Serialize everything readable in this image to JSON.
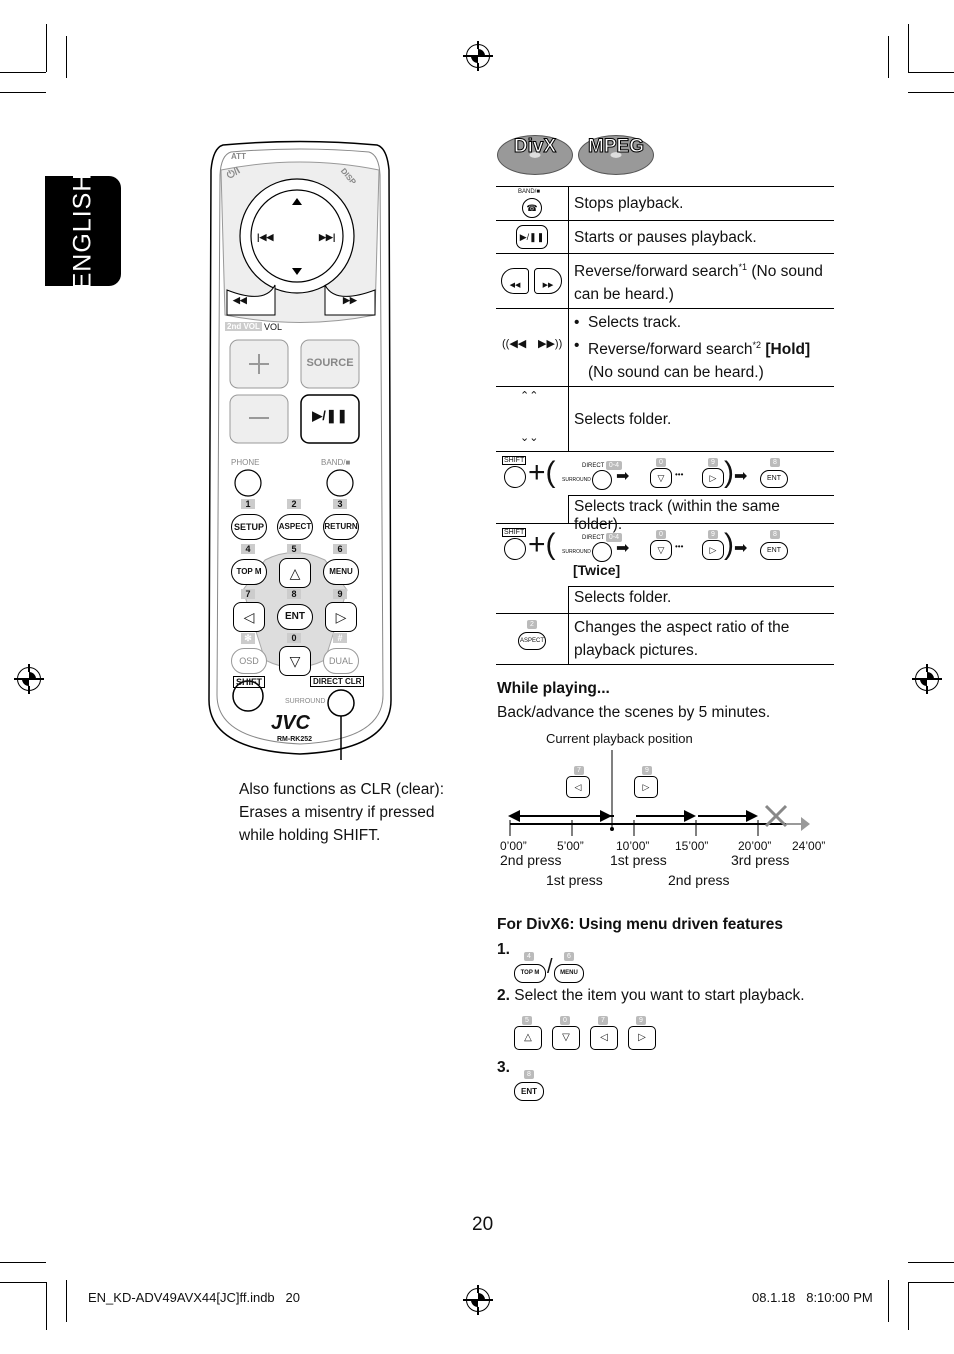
{
  "side_tab": "ENGLISH",
  "formats": [
    "DivX",
    "MPEG"
  ],
  "rows": [
    {
      "text": "Stops playback.",
      "icon": "band-stop-button"
    },
    {
      "text": "Starts or pauses playback.",
      "icon": "play-pause-button"
    },
    {
      "text": "Reverse/forward search",
      "sup": "*1",
      "rest": " (No sound can be heard.)",
      "icon": "search-buttons"
    },
    {
      "bullets": [
        "Selects track.",
        "Reverse/forward search"
      ],
      "sup": "*2",
      "hold": "[Hold]",
      "rest": " (No sound can be heard.)",
      "icon": "skip-buttons"
    },
    {
      "text": "Selects folder.",
      "icon": "folder-up-down"
    },
    {
      "text": "Selects track (within the same folder).",
      "icon": "shift-direct-sequence"
    },
    {
      "twice": "[Twice]",
      "text": "Selects folder.",
      "icon": "shift-direct-sequence-twice"
    },
    {
      "text": "Changes the aspect ratio of the playback pictures.",
      "icon": "aspect-button"
    }
  ],
  "while_playing": {
    "heading": "While playing...",
    "desc": "Back/advance the scenes by 5 minutes.",
    "current_pos": "Current playback position",
    "ticks": [
      "0’00”",
      "5’00”",
      "10’00”",
      "15’00”",
      "20’00”",
      "24’00”"
    ],
    "press_top": [
      "2nd press",
      "1st press",
      "3rd press"
    ],
    "press_bottom": [
      "1st press",
      "2nd press"
    ],
    "btn_tags": [
      "7",
      "9"
    ]
  },
  "divx": {
    "heading": "For DivX6: Using menu driven features",
    "steps": [
      {
        "num": "1.",
        "text": "",
        "buttons": [
          "TOP M",
          "MENU"
        ],
        "tags": [
          "4",
          "6"
        ]
      },
      {
        "num": "2.",
        "text": "Select the item you want to start playback.",
        "tags": [
          "5",
          "0",
          "7",
          "9"
        ]
      },
      {
        "num": "3.",
        "text": "",
        "buttons": [
          "ENT"
        ],
        "tags": [
          "8"
        ]
      }
    ]
  },
  "remote": {
    "att": "ATT",
    "disp": "DISP",
    "power": "⏻/I",
    "vol": "VOL",
    "second_vol": "2nd VOL",
    "source": "SOURCE",
    "phone": "PHONE",
    "band": "BAND/■",
    "nums": [
      "1",
      "2",
      "3",
      "4",
      "5",
      "6",
      "7",
      "8",
      "9",
      "0"
    ],
    "setup": "SETUP",
    "aspect": "ASPECT",
    "return": "RETURN",
    "topm": "TOP M",
    "menu": "MENU",
    "ent": "ENT",
    "osd": "OSD",
    "dual": "DUAL",
    "shift": "SHIFT",
    "direct": "DIRECT",
    "clr": "CLR",
    "surround": "SURROUND",
    "brand": "JVC",
    "model": "RM-RK252",
    "star": "✻",
    "hash": "#"
  },
  "callout": "Also functions as CLR (clear): Erases a misentry if pressed while holding SHIFT.",
  "page_number": "20",
  "footer_left": "EN_KD-ADV49AVX44[JC]ff.indb   20",
  "footer_right": "08.1.18   8:10:00 PM",
  "seq_labels": {
    "shift": "SHIFT",
    "direct": "DIRECT",
    "d_tag": "0-4",
    "surround": "SURROUND",
    "tag0": "0",
    "tag9": "9",
    "tag8": "8",
    "ent": "ENT",
    "dots": "•••"
  }
}
